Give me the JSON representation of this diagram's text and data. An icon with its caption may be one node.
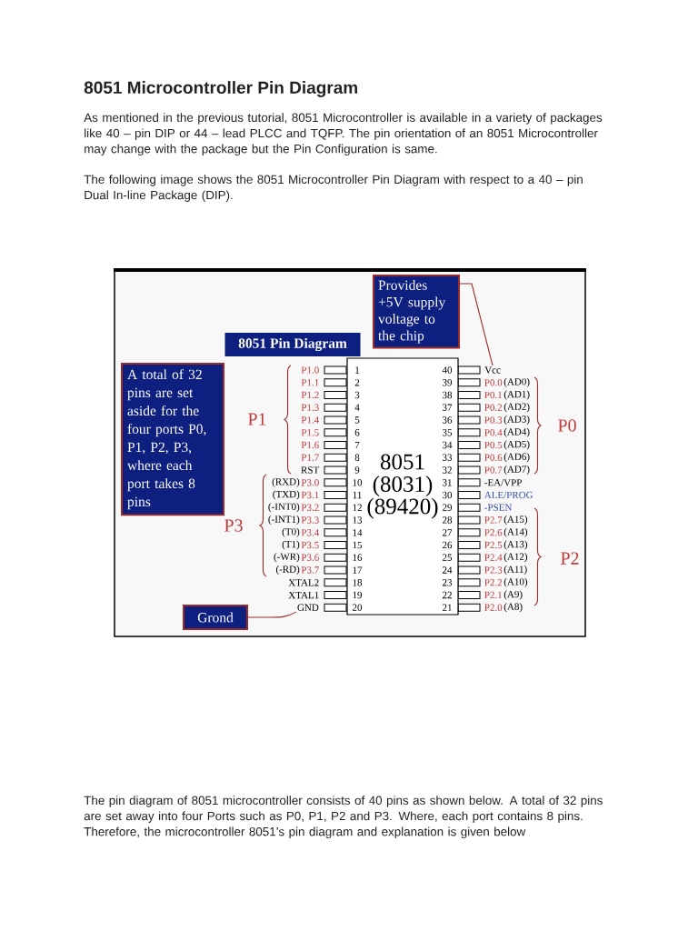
{
  "diagram": {
    "title": "8051 Microcontroller Pin Diagram",
    "nodes": [
      {
        "text": [
          "8051 Pin Diagram"
        ]
      },
      {
        "text": [
          "Provides +5V supply voltage to the chip"
        ]
      },
      {
        "text": [
          "A total of 32 pins are set aside for the four ports P0, P1, P2, P3, where each port takes 8 pins"
        ]
      },
      {
        "text": [
          "8051 (8031) (89420)"
        ]
      },
      {
        "text": [
          "Grond"
        ]
      },
      {
        "text": [
          "Vcc"
        ]
      },
      {
        "text": [
          "GND"
        ]
      }
    ],
    "edges": [
      {
        "from": 1,
        "to": 5,
        "arrow": "none"
      },
      {
        "from": 4,
        "to": 6,
        "arrow": "none"
      }
    ],
    "labels": [
      "As mentioned in the previous tutorial, 8051 Microcontroller is available in a variety of packages like 40 – pin DIP or 44 – lead PLCC and TQFP. The pin orientation of an 8051 Microcontroller may change with the package but the Pin Configuration is same.",
      "The following image shows the 8051 Microcontroller Pin Diagram with respect to a 40 – pin Dual In-line Package (DIP).",
      "P1.0",
      "1",
      "40",
      "P1.1",
      "2",
      "39",
      "P0.0",
      "(AD0)",
      "P1.2",
      "3",
      "38",
      "P0.1",
      "(AD1)",
      "P1.3",
      "4",
      "37",
      "P0.2",
      "(AD2)",
      "P1",
      "P1.4",
      "5",
      "36",
      "P0.3",
      "(AD3)",
      "P0",
      "P1.5",
      "6",
      "35",
      "P0.4",
      "(AD4)",
      "P1.6",
      "7",
      "34",
      "P0.5",
      "(AD5)",
      "P1.7",
      "8",
      "33",
      "P0.6",
      "(AD6)",
      "RST",
      "9",
      "32",
      "P0.7",
      "(AD7)",
      "(RXD)",
      "P3.0",
      "10",
      "31",
      "-EA/VPP",
      "(TXD)",
      "P3.1",
      "11",
      "30",
      "ALE/PROG",
      "(-INT0)",
      "P3.2",
      "12",
      "29",
      "-PSEN",
      "P3",
      "(-INT1)",
      "P3.3",
      "13",
      "28",
      "P2.7",
      "(A15)",
      "(T0)",
      "P3.4",
      "14",
      "27",
      "P2.6",
      "(A14)",
      "(T1)",
      "P3.5",
      "15",
      "26",
      "P2.5",
      "(A13)",
      "(-WR)",
      "P3.6",
      "16",
      "25",
      "P2.4",
      "(A12)",
      "P2",
      "(-RD)",
      "P3.7",
      "17",
      "24",
      "P2.3",
      "(A11)",
      "XTAL2",
      "18",
      "23",
      "P2.2",
      "(A10)",
      "XTAL1",
      "19",
      "22",
      "P2.1",
      "(A9)",
      "20",
      "21",
      "P2.0",
      "(A8)",
      "The pin diagram of 8051 microcontroller consists of 40 pins as shown below. A total of 32 pins are set away into four Ports such as P0, P1, P2 and P3. Where, each port contains 8 pins. Therefore, the microcontroller 8051’s pin diagram and explanation is given below"
    ]
  }
}
